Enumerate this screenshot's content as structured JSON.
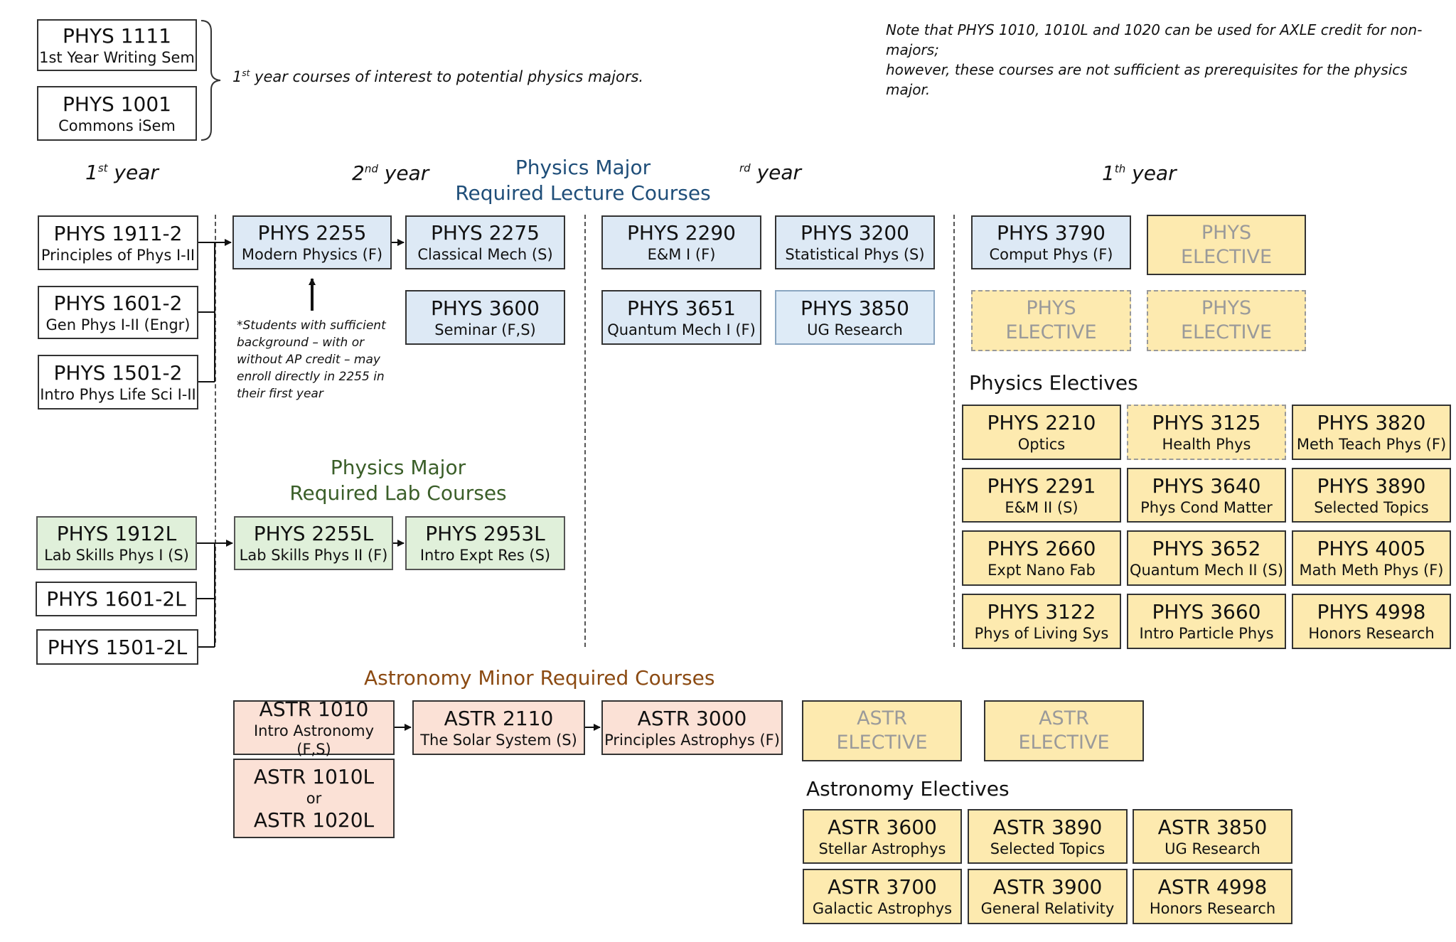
{
  "top_note": [
    "Note that PHYS 1010, 1010L and 1020 can be used for AXLE credit for non-majors;",
    "however, these courses are not sufficient as prerequisites for the physics major."
  ],
  "first_year_interest": {
    "label_sup": "st",
    "label_text": " year courses of interest to potential physics majors.",
    "label_num": "1",
    "courses": [
      {
        "code": "PHYS 1111",
        "name": "1st Year Writing Sem"
      },
      {
        "code": "PHYS 1001",
        "name": "Commons iSem"
      }
    ]
  },
  "years": [
    {
      "num": "1",
      "sup": "st",
      "word": " year"
    },
    {
      "num": "2",
      "sup": "nd",
      "word": " year"
    },
    {
      "num": "",
      "sup": "rd",
      "word": " year"
    },
    {
      "num": "1",
      "sup": "th",
      "word": " year"
    }
  ],
  "lecture_heading": [
    "Physics Major",
    "Required Lecture Courses"
  ],
  "lab_heading": [
    "Physics Major",
    "Required Lab Courses"
  ],
  "astro_heading": "Astronomy Minor Required Courses",
  "phys_electives_heading": "Physics Electives",
  "astr_electives_heading": "Astronomy Electives",
  "intro_courses": [
    {
      "code": "PHYS 1911-2",
      "name": "Principles of Phys I-II"
    },
    {
      "code": "PHYS 1601-2",
      "name": "Gen Phys I-II (Engr)"
    },
    {
      "code": "PHYS 1501-2",
      "name": "Intro Phys Life Sci I-II"
    }
  ],
  "lecture_courses": [
    {
      "code": "PHYS 2255",
      "name": "Modern Physics (F)"
    },
    {
      "code": "PHYS 2275",
      "name": "Classical Mech (S)"
    },
    {
      "code": "PHYS 3600",
      "name": "Seminar (F,S)"
    },
    {
      "code": "PHYS 2290",
      "name": "E&M I (F)"
    },
    {
      "code": "PHYS 3200",
      "name": "Statistical Phys (S)"
    },
    {
      "code": "PHYS 3651",
      "name": "Quantum Mech I (F)"
    },
    {
      "code": "PHYS 3850",
      "name": "UG Research"
    },
    {
      "code": "PHYS 3790",
      "name": "Comput Phys (F)"
    }
  ],
  "phys_elective_slot": {
    "line1": "PHYS",
    "line2": "ELECTIVE"
  },
  "astr_elective_slot": {
    "line1": "ASTR",
    "line2": "ELECTIVE"
  },
  "footnote": "*Students with sufficient background – with or without AP credit – may enroll directly in 2255 in their first year",
  "intro_labs": [
    {
      "code": "PHYS 1912L",
      "name": "Lab Skills Phys I (S)"
    },
    {
      "code": "PHYS 1601-2L",
      "name": ""
    },
    {
      "code": "PHYS 1501-2L",
      "name": ""
    }
  ],
  "lab_courses": [
    {
      "code": "PHYS 2255L",
      "name": "Lab Skills Phys II (F)"
    },
    {
      "code": "PHYS 2953L",
      "name": "Intro Expt Res (S)"
    }
  ],
  "phys_electives": [
    {
      "code": "PHYS 2210",
      "name": "Optics"
    },
    {
      "code": "PHYS 3125",
      "name": "Health Phys"
    },
    {
      "code": "PHYS 3820",
      "name": "Meth Teach Phys (F)"
    },
    {
      "code": "PHYS 2291",
      "name": "E&M II (S)"
    },
    {
      "code": "PHYS 3640",
      "name": "Phys Cond Matter"
    },
    {
      "code": "PHYS 3890",
      "name": "Selected Topics"
    },
    {
      "code": "PHYS 2660",
      "name": "Expt Nano Fab"
    },
    {
      "code": "PHYS 3652",
      "name": "Quantum Mech II (S)"
    },
    {
      "code": "PHYS 4005",
      "name": "Math Meth Phys (F)"
    },
    {
      "code": "PHYS 3122",
      "name": "Phys of Living Sys"
    },
    {
      "code": "PHYS 3660",
      "name": "Intro Particle Phys"
    },
    {
      "code": "PHYS 4998",
      "name": "Honors Research"
    }
  ],
  "astro_courses": [
    {
      "code": "ASTR 1010",
      "name": "Intro Astronomy (F,S)"
    },
    {
      "code": "ASTR 2110",
      "name": "The Solar System (S)"
    },
    {
      "code": "ASTR 3000",
      "name": "Principles Astrophys (F)"
    }
  ],
  "astro_lab": {
    "line1": "ASTR 1010L",
    "line2": "or",
    "line3": "ASTR 1020L"
  },
  "astr_electives": [
    {
      "code": "ASTR 3600",
      "name": "Stellar Astrophys"
    },
    {
      "code": "ASTR 3890",
      "name": "Selected Topics"
    },
    {
      "code": "ASTR 3850",
      "name": "UG Research"
    },
    {
      "code": "ASTR 3700",
      "name": "Galactic Astrophys"
    },
    {
      "code": "ASTR 3900",
      "name": "General Relativity"
    },
    {
      "code": "ASTR 4998",
      "name": "Honors Research"
    }
  ]
}
